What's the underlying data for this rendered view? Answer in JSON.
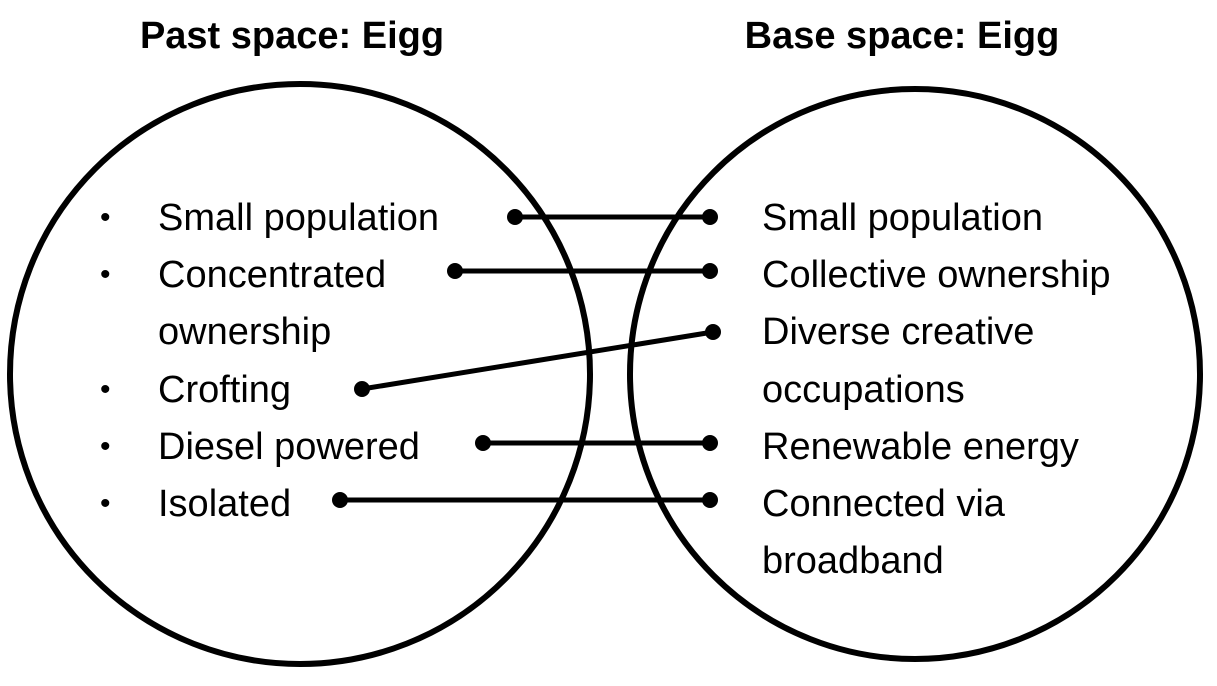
{
  "colors": {
    "ink": "#000000",
    "background": "#ffffff"
  },
  "left_space": {
    "title": "Past space: Eigg",
    "bullet": "•",
    "items": [
      {
        "lines": [
          "Small population"
        ]
      },
      {
        "lines": [
          "Concentrated",
          "ownership"
        ]
      },
      {
        "lines": [
          "Crofting"
        ]
      },
      {
        "lines": [
          "Diesel powered"
        ]
      },
      {
        "lines": [
          "Isolated"
        ]
      }
    ]
  },
  "right_space": {
    "title": "Base space: Eigg",
    "items": [
      {
        "lines": [
          "Small population"
        ]
      },
      {
        "lines": [
          "Collective ownership"
        ]
      },
      {
        "lines": [
          "Diverse creative",
          "occupations"
        ]
      },
      {
        "lines": [
          "Renewable energy"
        ]
      },
      {
        "lines": [
          "Connected via",
          "broadband"
        ]
      }
    ]
  },
  "connections": [
    {
      "from": 0,
      "to": 0
    },
    {
      "from": 1,
      "to": 1
    },
    {
      "from": 2,
      "to": 2
    },
    {
      "from": 3,
      "to": 3
    },
    {
      "from": 4,
      "to": 4
    }
  ]
}
